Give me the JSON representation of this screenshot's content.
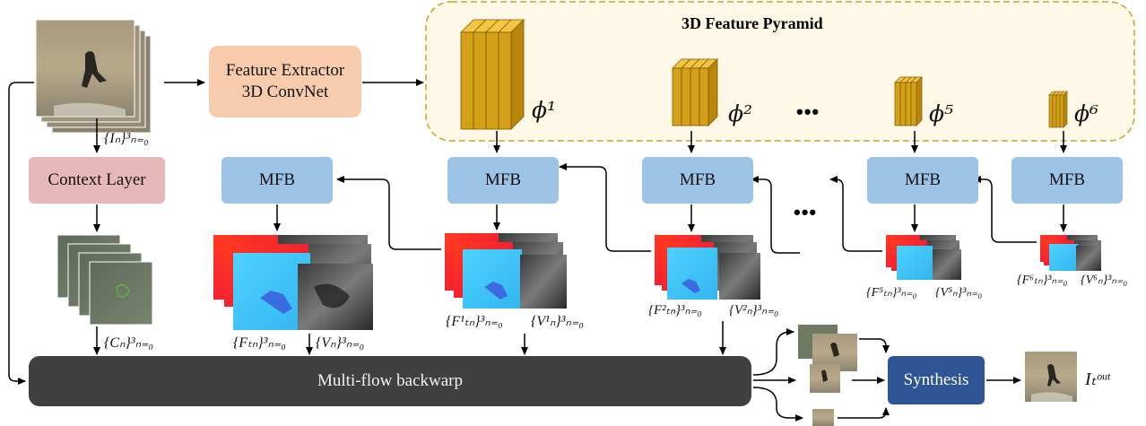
{
  "pyramid": {
    "title": "3D Feature Pyramid",
    "ellipsis": "•••"
  },
  "phis": [
    "ϕ¹",
    "ϕ²",
    "ϕ⁵",
    "ϕ⁶"
  ],
  "feature_extractor": {
    "line1": "Feature Extractor",
    "line2": "3D ConvNet"
  },
  "context_layer": "Context Layer",
  "mfb_label": "MFB",
  "multi_flow": "Multi-flow backwarp",
  "synthesis": "Synthesis",
  "ellipsis_mid": "•••",
  "labels": {
    "input": "{Iₙ}³ₙ₌₀",
    "context": "{Cₙ}³ₙ₌₀",
    "f0": "{Fₜₙ}³ₙ₌₀",
    "v0": "{Vₙ}³ₙ₌₀",
    "f1": "{F¹ₜₙ}³ₙ₌₀",
    "v1": "{V¹ₙ}³ₙ₌₀",
    "f2": "{F²ₜₙ}³ₙ₌₀",
    "v2": "{V²ₙ}³ₙ₌₀",
    "f5": "{F⁵ₜₙ}³ₙ₌₀",
    "v5": "{V⁵ₙ}³ₙ₌₀",
    "f6": "{F⁶ₜₙ}³ₙ₌₀",
    "v6": "{V⁶ₙ}³ₙ₌₀",
    "out": "Iₜᵒᵘᵗ"
  }
}
